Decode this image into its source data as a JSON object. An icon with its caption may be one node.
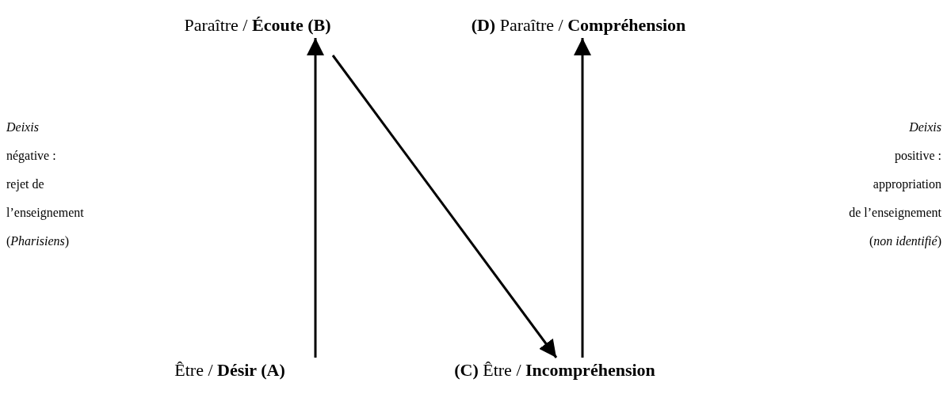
{
  "diagram": {
    "nodes": [
      {
        "text": [
          "Paraître / **Écoute (B)**"
        ]
      },
      {
        "text": [
          "**(D)** Paraître / **Compréhension**"
        ]
      },
      {
        "text": [
          "Être / **Désir (A)**"
        ]
      },
      {
        "text": [
          "**(C)** Être / **Incompréhension**"
        ]
      }
    ],
    "edges": [
      {
        "from": 2,
        "to": 0,
        "arrow": "to"
      },
      {
        "from": 0,
        "to": 3,
        "arrow": "to"
      },
      {
        "from": 3,
        "to": 1,
        "arrow": "to"
      }
    ],
    "labels": [
      "*Deixis*",
      "négative :",
      "rejet de",
      "l’enseignement",
      "(*Pharisiens*)",
      "*Deixis*",
      "positive :",
      "appropriation",
      "de l’enseignement",
      "(*non identifié*)"
    ]
  }
}
